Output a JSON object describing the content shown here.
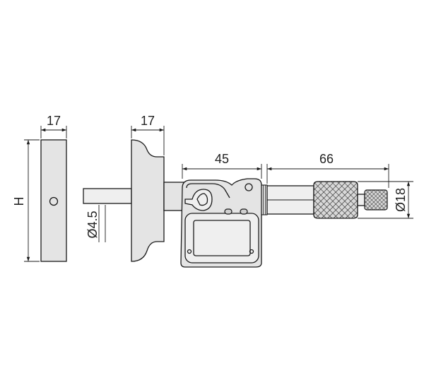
{
  "diagram": {
    "dimensions": {
      "block_width": "17",
      "base_width": "17",
      "body_length": "45",
      "thimble_length": "66",
      "height": "H",
      "rod_diameter": "Ø4.5",
      "thimble_diameter": "Ø18"
    }
  },
  "colors": {
    "line": "#1a1a1a",
    "body_fill": "#e4e4e4",
    "background": "#ffffff"
  }
}
